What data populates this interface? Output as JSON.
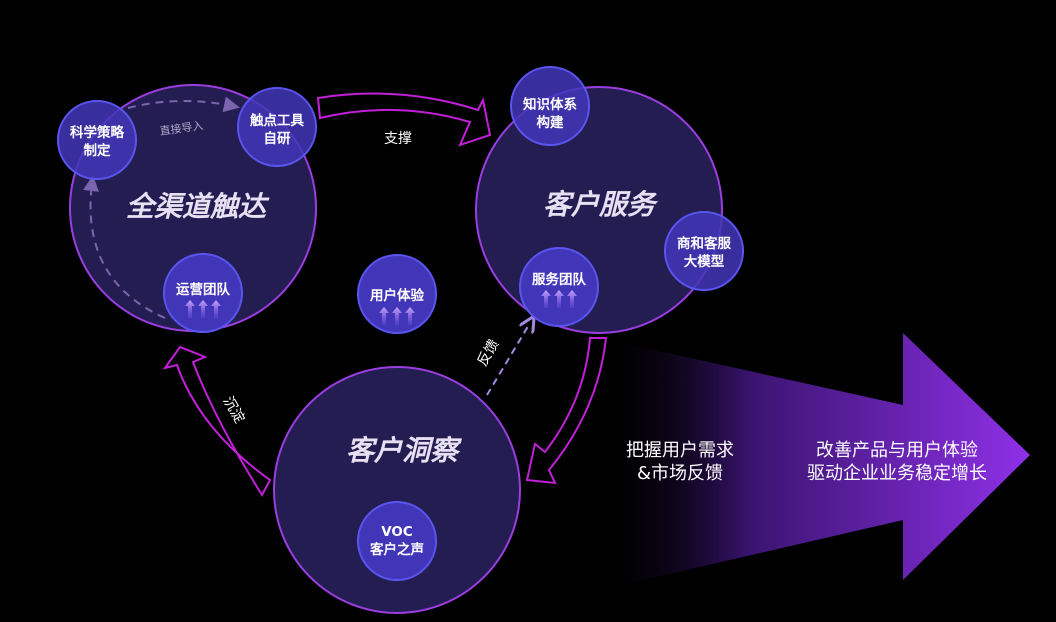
{
  "colors": {
    "background": "#000000",
    "big_circle_fill": "#241d52",
    "big_circle_stroke": "#9a3ee0",
    "small_circle_fill": "#4236b8",
    "small_circle_stroke": "#5a55f0",
    "arrow_stroke": "#c21fd8",
    "big_arrow": "#8a2ee0"
  },
  "circles": {
    "reach": {
      "title": "全渠道触达",
      "strategy": [
        "科学策略",
        "制定"
      ],
      "touchpoint": [
        "触点工具",
        "自研"
      ],
      "ops_team": "运营团队",
      "direct_import": "直接导入"
    },
    "service": {
      "title": "客户服务",
      "knowledge": [
        "知识体系",
        "构建"
      ],
      "model": [
        "商和客服",
        "大模型"
      ],
      "service_team": "服务团队"
    },
    "insight": {
      "title": "客户洞察",
      "voc": [
        "VOC",
        "客户之声"
      ]
    },
    "user_experience": "用户体验"
  },
  "arrows": {
    "support": "支撑",
    "settle": "沉淀",
    "feedback": "反馈"
  },
  "big_arrow": {
    "left_text": [
      "把握用户需求",
      "&市场反馈"
    ],
    "right_text": [
      "改善产品与用户体验",
      "驱动企业业务稳定增长"
    ]
  }
}
